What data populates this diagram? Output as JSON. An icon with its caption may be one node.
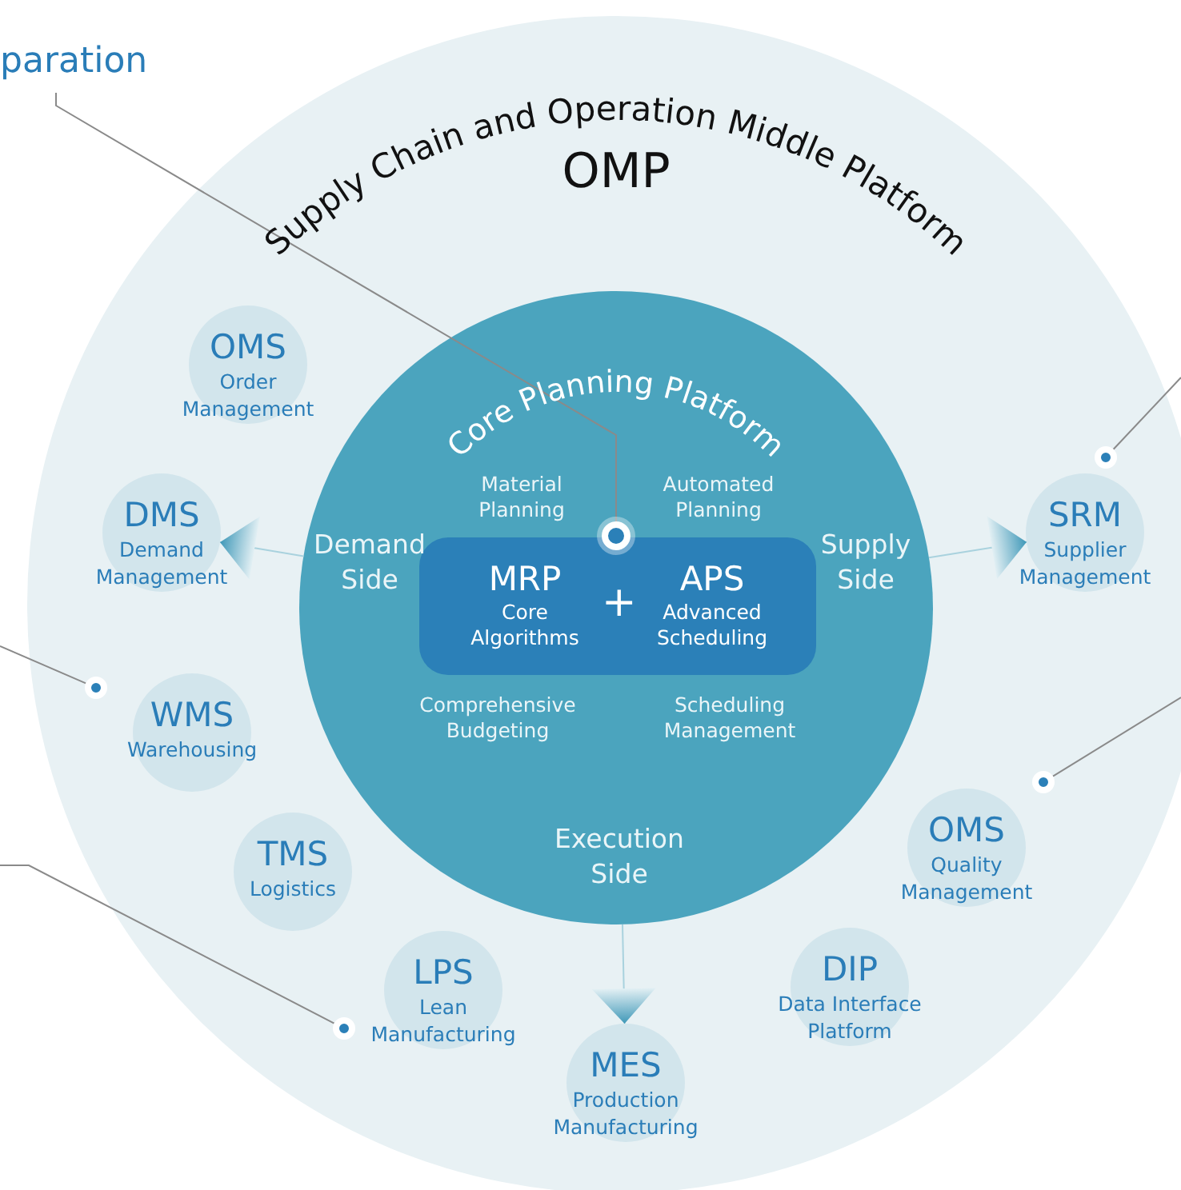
{
  "diagram": {
    "nodes": [
      {
        "text": [
          "Supply Chain and Operation Middle Platform",
          "OMP"
        ]
      },
      {
        "text": [
          "Core Planning Platform"
        ],
        "in": 0
      },
      {
        "text": [
          "MRP",
          "Core Algorithms",
          "+",
          "APS",
          "Advanced Scheduling"
        ],
        "in": 1
      },
      {
        "text": [
          "OMS",
          "Order Management"
        ],
        "in": 0
      },
      {
        "text": [
          "DMS",
          "Demand Management"
        ],
        "in": 0
      },
      {
        "text": [
          "WMS",
          "Warehousing"
        ],
        "in": 0
      },
      {
        "text": [
          "TMS",
          "Logistics"
        ],
        "in": 0
      },
      {
        "text": [
          "LPS",
          "Lean Manufacturing"
        ],
        "in": 0
      },
      {
        "text": [
          "MES",
          "Production Manufacturing"
        ],
        "in": 0
      },
      {
        "text": [
          "DIP",
          "Data Interface Platform"
        ],
        "in": 0
      },
      {
        "text": [
          "OMS",
          "Quality Management"
        ],
        "in": 0
      },
      {
        "text": [
          "SRM",
          "Supplier Management"
        ],
        "in": 0
      },
      {
        "text": [
          "paration"
        ]
      },
      {
        "text": [],
        "shape": "circle",
        "in": 1
      },
      {
        "text": [],
        "shape": "circle",
        "in": 0
      },
      {
        "text": [],
        "shape": "circle",
        "in": 0
      },
      {
        "text": [],
        "shape": "circle",
        "in": 0
      },
      {
        "text": [],
        "shape": "circle",
        "in": 0
      }
    ],
    "edges": [
      {
        "from": 12,
        "to": 13,
        "arrow": "none"
      },
      {
        "from": null,
        "to": 14,
        "arrow": "none"
      },
      {
        "from": null,
        "to": 15,
        "arrow": "none"
      },
      {
        "from": null,
        "to": 16,
        "arrow": "none"
      },
      {
        "from": null,
        "to": 17,
        "arrow": "none"
      },
      {
        "from": 1,
        "to": 4,
        "arrow": "to"
      },
      {
        "from": 1,
        "to": 11,
        "arrow": "to"
      },
      {
        "from": 1,
        "to": 8,
        "arrow": "to"
      }
    ],
    "labels": [
      "Material Planning",
      "Automated Planning",
      "Demand Side",
      "Supply Side",
      "Comprehensive Budgeting",
      "Scheduling Management",
      "Execution Side"
    ]
  }
}
